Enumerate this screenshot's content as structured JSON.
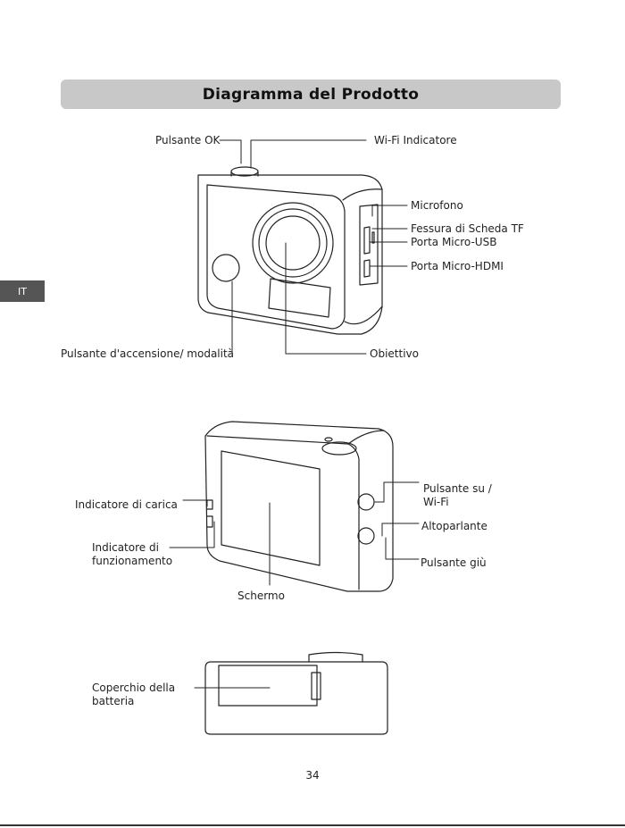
{
  "title": "Diagramma del Prodotto",
  "language_tab": "IT",
  "page_number": "34",
  "figure1": {
    "ok_button": "Pulsante OK",
    "wifi_indicator": "Wi-Fi Indicatore",
    "microphone": "Microfono",
    "tf_slot": "Fessura di Scheda TF",
    "micro_usb": "Porta Micro-USB",
    "micro_hdmi": "Porta Micro-HDMI",
    "power_mode_button": "Pulsante d'accensione/ modalità",
    "lens": "Obiettivo"
  },
  "figure2": {
    "charge_indicator": "Indicatore di carica",
    "operation_indicator": "Indicatore di funzionamento",
    "screen": "Schermo",
    "up_wifi_button": "Pulsante su  / Wi-Fi",
    "speaker": "Altoparlante",
    "down_button": "Pulsante giù"
  },
  "figure3": {
    "battery_cover": "Coperchio della batteria"
  }
}
